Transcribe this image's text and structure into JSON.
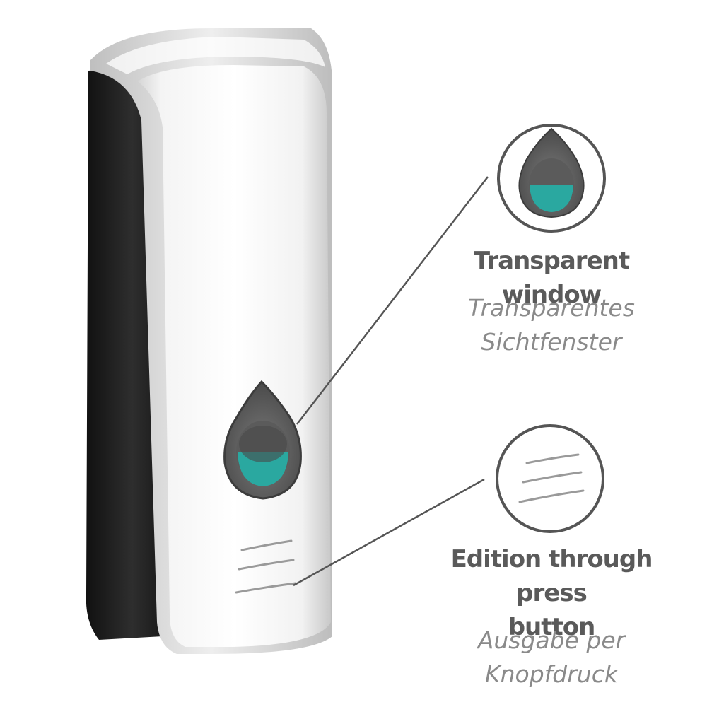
{
  "features": [
    {
      "en": "Transparent window",
      "de_line1": "Transparentes",
      "de_line2": "Sichtfenster"
    },
    {
      "en_line1": "Edition through press",
      "en_line2": "button",
      "de_line1": "Ausgabe per",
      "de_line2": "Knopfdruck"
    }
  ],
  "colors": {
    "heading": "#5a5a5a",
    "subtitle": "#8a8a8a",
    "callout_ring": "#555555",
    "window_liquid": "#2aa8a0"
  }
}
